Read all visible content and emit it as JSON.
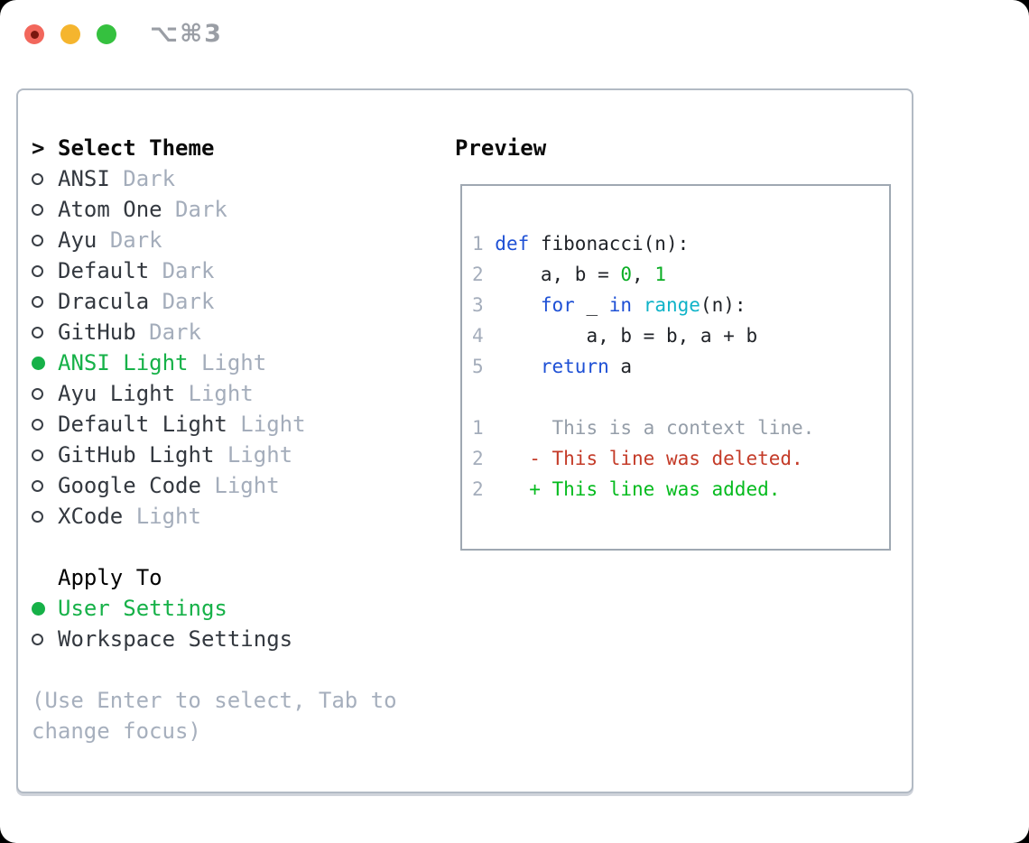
{
  "titlebar": {
    "shortcut_label": "⌥⌘3",
    "buttons": [
      "close",
      "minimize",
      "zoom"
    ]
  },
  "theme_panel": {
    "header_marker": ">",
    "header": "Select Theme",
    "items": [
      {
        "name": "ANSI",
        "variant": "Dark",
        "selected": false
      },
      {
        "name": "Atom One",
        "variant": "Dark",
        "selected": false
      },
      {
        "name": "Ayu",
        "variant": "Dark",
        "selected": false
      },
      {
        "name": "Default",
        "variant": "Dark",
        "selected": false
      },
      {
        "name": "Dracula",
        "variant": "Dark",
        "selected": false
      },
      {
        "name": "GitHub",
        "variant": "Dark",
        "selected": false
      },
      {
        "name": "ANSI Light",
        "variant": "Light",
        "selected": true
      },
      {
        "name": "Ayu Light",
        "variant": "Light",
        "selected": false
      },
      {
        "name": "Default Light",
        "variant": "Light",
        "selected": false
      },
      {
        "name": "GitHub Light",
        "variant": "Light",
        "selected": false
      },
      {
        "name": "Google Code",
        "variant": "Light",
        "selected": false
      },
      {
        "name": "XCode",
        "variant": "Light",
        "selected": false
      }
    ],
    "apply_to": {
      "label": "Apply To",
      "options": [
        {
          "name": "User Settings",
          "selected": true
        },
        {
          "name": "Workspace Settings",
          "selected": false
        }
      ]
    },
    "help_lines": [
      "(Use Enter to select, Tab to",
      "change focus)"
    ]
  },
  "preview": {
    "title": "Preview",
    "code_lines": [
      {
        "cells": [
          [
            "ln",
            "1 "
          ],
          [
            "kw",
            "def"
          ],
          [
            "fg",
            " fibonacci(n):"
          ]
        ]
      },
      {
        "cells": [
          [
            "ln",
            "2 "
          ],
          [
            "fg",
            "    a, b = "
          ],
          [
            "num",
            "0"
          ],
          [
            "fg",
            ", "
          ],
          [
            "num",
            "1"
          ]
        ]
      },
      {
        "cells": [
          [
            "ln",
            "3 "
          ],
          [
            "fg",
            "    "
          ],
          [
            "kw",
            "for"
          ],
          [
            "fg",
            " _ "
          ],
          [
            "kw",
            "in"
          ],
          [
            "fg",
            " "
          ],
          [
            "fn",
            "range"
          ],
          [
            "fg",
            "(n):"
          ]
        ]
      },
      {
        "cells": [
          [
            "ln",
            "4 "
          ],
          [
            "fg",
            "        a, b = b, a + b"
          ]
        ]
      },
      {
        "cells": [
          [
            "ln",
            "5 "
          ],
          [
            "fg",
            "    "
          ],
          [
            "kw",
            "return"
          ],
          [
            "fg",
            " a"
          ]
        ]
      },
      {
        "cells": []
      },
      {
        "cells": [
          [
            "ln",
            "1 "
          ],
          [
            "ctx",
            "     This is a context line."
          ]
        ]
      },
      {
        "cells": [
          [
            "ln",
            "2 "
          ],
          [
            "fg",
            "   "
          ],
          [
            "del",
            "- This line was deleted."
          ]
        ]
      },
      {
        "cells": [
          [
            "ln",
            "2 "
          ],
          [
            "fg",
            "   "
          ],
          [
            "add",
            "+ This line was added."
          ]
        ]
      }
    ]
  },
  "colors": {
    "selected_green": "#16b148",
    "keyword_blue": "#1e50d5",
    "function_cyan": "#0fb3c8",
    "number_green": "#0bae25",
    "added_green": "#05bb1e",
    "deleted_red": "#c43b28",
    "context_gray": "#959ea9",
    "linenum_gray": "#a4adbb",
    "traffic_red": "#f2675c",
    "traffic_red_dot": "#7a170e",
    "traffic_yellow": "#f5b52e",
    "traffic_green": "#35c13f"
  }
}
